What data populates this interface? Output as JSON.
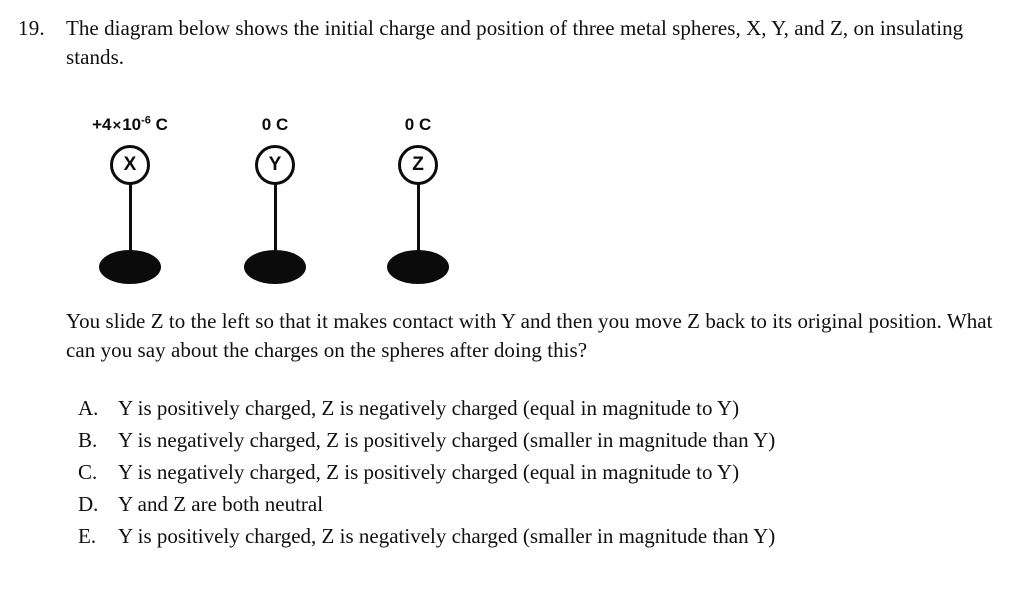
{
  "question": {
    "number": "19.",
    "prompt": "The diagram below shows the initial charge and position of three metal spheres, X, Y, and Z, on insulating stands.",
    "followup": "You slide Z to the left so that it makes contact with Y and then you move Z back to its original position. What can you say about the charges on the spheres after doing this?"
  },
  "diagram": {
    "spheres": [
      {
        "label": "X",
        "charge_prefix": "+4",
        "charge_times": "×",
        "charge_base": "10",
        "charge_exponent": "-6",
        "charge_unit": "C",
        "charge_text": "+4 × 10-6 C"
      },
      {
        "label": "Y",
        "charge_text": "0 C"
      },
      {
        "label": "Z",
        "charge_text": "0 C"
      }
    ]
  },
  "choices": [
    {
      "letter": "A.",
      "text": "Y is positively charged, Z is negatively charged (equal in magnitude to Y)"
    },
    {
      "letter": "B.",
      "text": "Y is negatively charged, Z is positively charged (smaller in magnitude than Y)"
    },
    {
      "letter": "C.",
      "text": "Y is negatively charged, Z is positively charged (equal in magnitude to Y)"
    },
    {
      "letter": "D.",
      "text": "Y and Z are both neutral"
    },
    {
      "letter": "E.",
      "text": "Y is positively charged, Z is negatively charged (smaller in magnitude than Y)"
    }
  ],
  "colors": {
    "ink": "#100f0f",
    "diagram_ink": "#0b0b0b",
    "background": "#ffffff"
  }
}
